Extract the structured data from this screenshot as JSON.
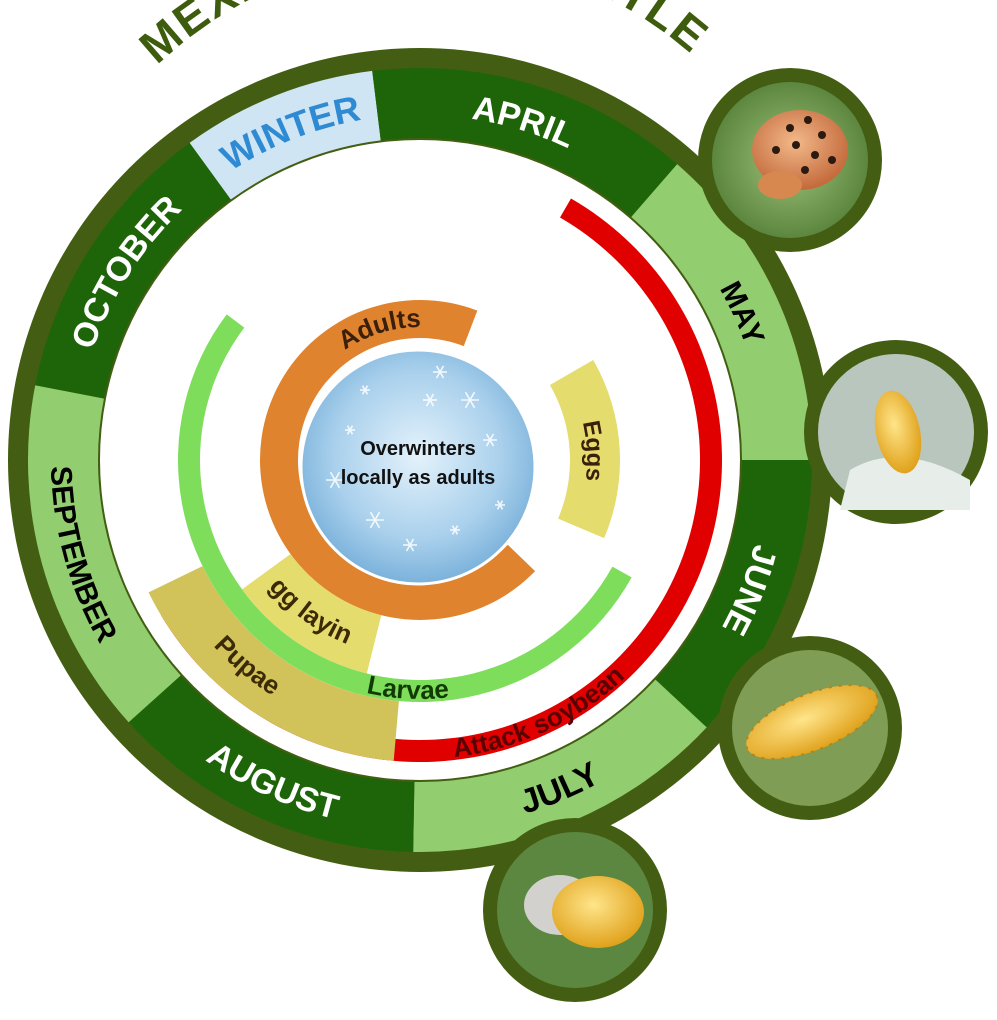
{
  "title": "MEXICAN BEAN BEETLE",
  "center_text": [
    "Overwinters",
    "locally as adults"
  ],
  "months": [
    {
      "key": "winter",
      "label": "WINTER"
    },
    {
      "key": "april",
      "label": "APRIL"
    },
    {
      "key": "may",
      "label": "MAY"
    },
    {
      "key": "june",
      "label": "JUNE"
    },
    {
      "key": "july",
      "label": "JULY"
    },
    {
      "key": "august",
      "label": "AUGUST"
    },
    {
      "key": "september",
      "label": "SEPTEMBER"
    },
    {
      "key": "october",
      "label": "OCTOBER"
    }
  ],
  "stages": {
    "attack": "Attack soybean",
    "adults": "Adults",
    "eggs": "Eggs",
    "larvae": "Larvae",
    "egg_laying": "Egg laying",
    "pupae": "Pupae"
  },
  "photos": [
    {
      "key": "adult-beetle",
      "stage": "adult"
    },
    {
      "key": "pupa-on-leaf",
      "stage": "pupa"
    },
    {
      "key": "larva-on-leaf",
      "stage": "larva"
    },
    {
      "key": "larva-molting",
      "stage": "pupa"
    }
  ],
  "colors": {
    "title": "#3e5c0d",
    "dark_green": "#1e6509",
    "light_green": "#92cd70",
    "winter_bg": "#cfe5f4",
    "winter_text": "#2e8ad2",
    "attack_red": "#e10000",
    "adults_orange": "#e0832e",
    "eggs_yellow": "#e5dc6e",
    "larvae_green": "#7ede5c",
    "pupae_khaki": "#d2c25a",
    "center_blue": "#a9d0ec",
    "photo_ring": "#435e12"
  }
}
